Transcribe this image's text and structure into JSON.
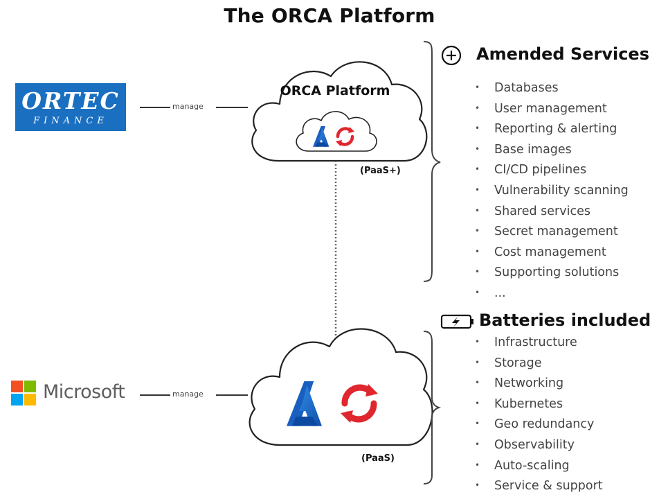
{
  "title": "The ORCA Platform",
  "ortec": {
    "line1": "ORTEC",
    "line2": "FINANCE",
    "brand_color": "#1a6fc0",
    "accent_color": "#e07a1f"
  },
  "microsoft": {
    "name": "Microsoft",
    "colors": [
      "#f25022",
      "#7fba00",
      "#00a4ef",
      "#ffb900"
    ]
  },
  "connections": {
    "top_label": "manage",
    "bottom_label": "manage"
  },
  "top_cloud": {
    "title": "ORCA Platform",
    "tag": "(PaaS+)"
  },
  "bottom_cloud": {
    "tag": "(PaaS)"
  },
  "amended": {
    "icon": "plus-circle-icon",
    "heading": "Amended Services",
    "items": [
      "Databases",
      "User management",
      "Reporting & alerting",
      "Base images",
      "CI/CD pipelines",
      "Vulnerability scanning",
      "Shared services",
      "Secret management",
      "Cost management",
      "Supporting solutions",
      "..."
    ]
  },
  "batteries": {
    "icon": "battery-icon",
    "heading": "Batteries included",
    "items": [
      "Infrastructure",
      "Storage",
      "Networking",
      "Kubernetes",
      "Geo redundancy",
      "Observability",
      "Auto-scaling",
      "Service & support"
    ]
  },
  "colors": {
    "azure_blue": "#1f6fd0",
    "openshift_red": "#e0262e",
    "line": "#333333"
  }
}
